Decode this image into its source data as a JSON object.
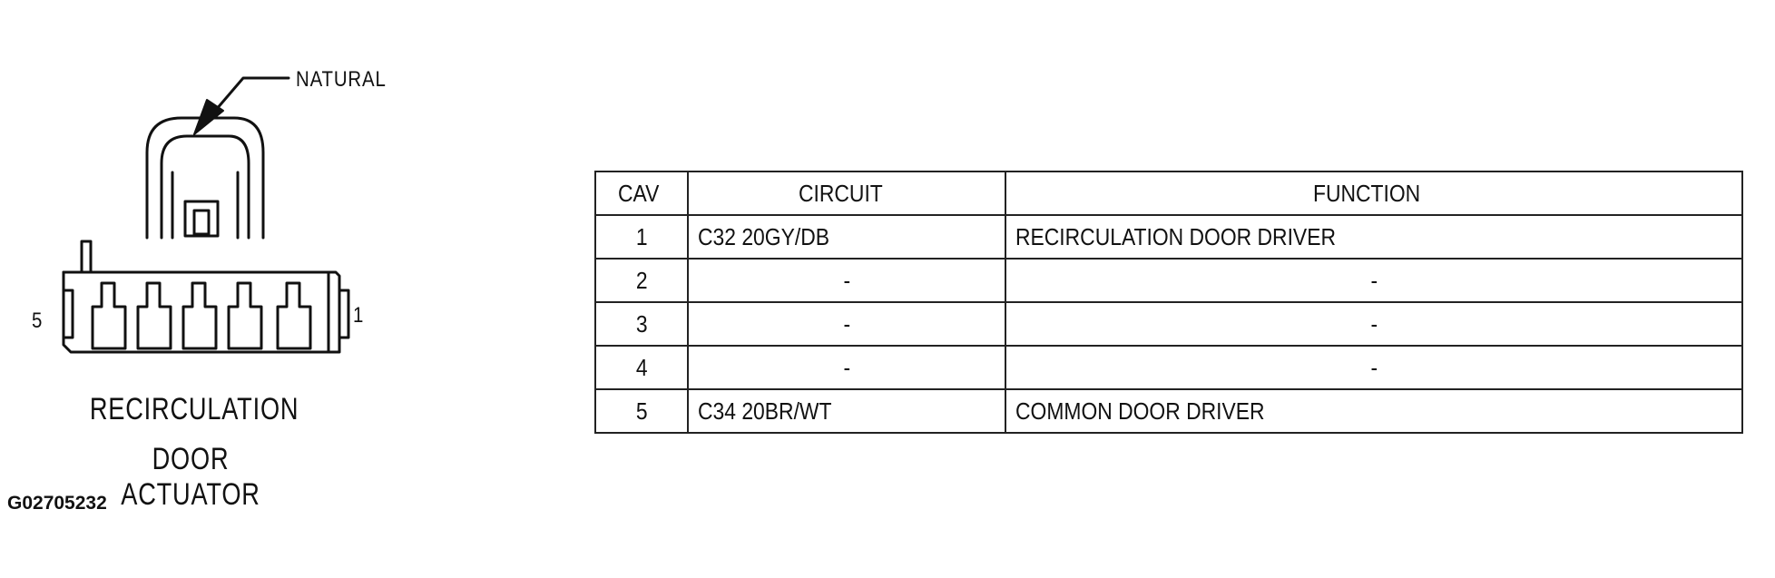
{
  "figure": {
    "callout_label": "NATURAL",
    "cavity_left": "5",
    "cavity_right": "1",
    "component_name_line1": "RECIRCULATION",
    "component_name_line2": "DOOR ACTUATOR",
    "figure_id": "G02705232"
  },
  "table": {
    "headers": {
      "cav": "CAV",
      "circuit": "CIRCUIT",
      "function": "FUNCTION"
    },
    "rows": [
      {
        "cav": "1",
        "circuit": "C32 20GY/DB",
        "function": "RECIRCULATION DOOR DRIVER"
      },
      {
        "cav": "2",
        "circuit": "-",
        "function": "-"
      },
      {
        "cav": "3",
        "circuit": "-",
        "function": "-"
      },
      {
        "cav": "4",
        "circuit": "-",
        "function": "-"
      },
      {
        "cav": "5",
        "circuit": "C34 20BR/WT",
        "function": "COMMON DOOR DRIVER"
      }
    ]
  }
}
